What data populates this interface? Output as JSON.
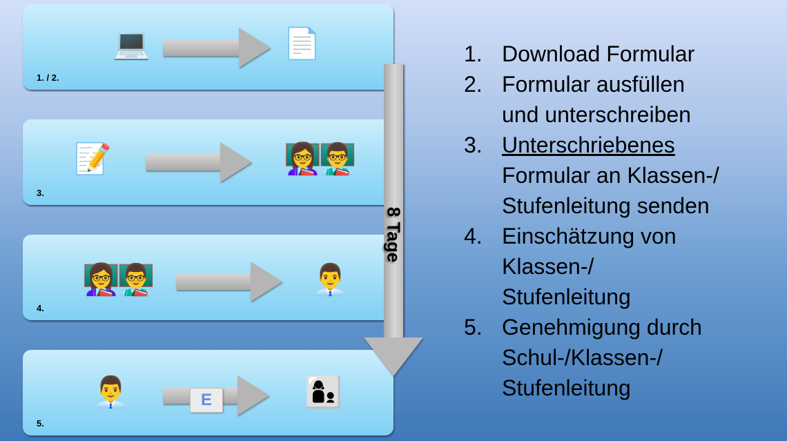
{
  "panels": [
    {
      "label": "1. / 2.",
      "from_icon": {
        "name": "laptop-icon",
        "glyph": "💻"
      },
      "to_icon": {
        "name": "document-icon",
        "glyph": "📄"
      }
    },
    {
      "label": "3.",
      "from_icon": {
        "name": "memo-icon",
        "glyph": "📝"
      },
      "to_icon": {
        "name": "teachers-icon",
        "glyph": "👩‍🏫👨‍🏫"
      }
    },
    {
      "label": "4.",
      "from_icon": {
        "name": "teachers-icon",
        "glyph": "👩‍🏫👨‍🏫"
      },
      "to_icon": {
        "name": "office-worker-icon",
        "glyph": "👨‍💼"
      }
    },
    {
      "label": "5.",
      "from_icon": {
        "name": "office-worker-icon",
        "glyph": "👨‍💼"
      },
      "via_icon": {
        "name": "email-envelope-icon",
        "glyph": "E"
      },
      "to_icon": {
        "name": "mother-child-icon",
        "glyph": "👩‍👦"
      }
    }
  ],
  "timeline": {
    "label": "8 Tage"
  },
  "steps": [
    {
      "num": "1.",
      "lines": [
        "Download Formular"
      ]
    },
    {
      "num": "2.",
      "lines": [
        "Formular ausfüllen",
        "und unterschreiben"
      ]
    },
    {
      "num": "3.",
      "underlined": "Unterschriebenes",
      "lines": [
        "Formular an Klassen-/",
        "Stufenleitung senden"
      ]
    },
    {
      "num": "4.",
      "lines": [
        "Einschätzung von",
        "Klassen-/",
        "Stufenleitung"
      ]
    },
    {
      "num": "5.",
      "lines": [
        "Genehmigung durch",
        "Schul-/Klassen-/",
        "Stufenleitung"
      ]
    }
  ],
  "colors": {
    "panel_top": "#cdeefc",
    "panel_bottom": "#7fd0f4",
    "bg_top": "#d3dff8",
    "bg_bottom": "#3f78b8",
    "arrow": "#b5b5b5"
  }
}
